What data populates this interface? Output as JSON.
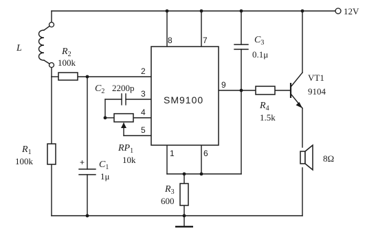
{
  "supply": {
    "label": "12V"
  },
  "ic": {
    "name": "SM9100",
    "pins": {
      "p1": "1",
      "p2": "2",
      "p3": "3",
      "p4": "4",
      "p5": "5",
      "p6": "6",
      "p7": "7",
      "p8": "8",
      "p9": "9"
    }
  },
  "inductor": {
    "ref": "L"
  },
  "r1": {
    "ref": "R",
    "sub": "1",
    "value": "100k"
  },
  "r2": {
    "ref": "R",
    "sub": "2",
    "value": "100k"
  },
  "r3": {
    "ref": "R",
    "sub": "3",
    "value": "600"
  },
  "r4": {
    "ref": "R",
    "sub": "4",
    "value": "1.5k"
  },
  "c1": {
    "ref": "C",
    "sub": "1",
    "value": "1μ",
    "polarity": "+"
  },
  "c2": {
    "ref": "C",
    "sub": "2",
    "value": "2200p"
  },
  "c3": {
    "ref": "C",
    "sub": "3",
    "value": "0.1μ"
  },
  "rp1": {
    "ref": "RP",
    "sub": "1",
    "value": "10k"
  },
  "vt1": {
    "ref": "VT1",
    "value": "9104"
  },
  "speaker": {
    "value": "8Ω"
  }
}
